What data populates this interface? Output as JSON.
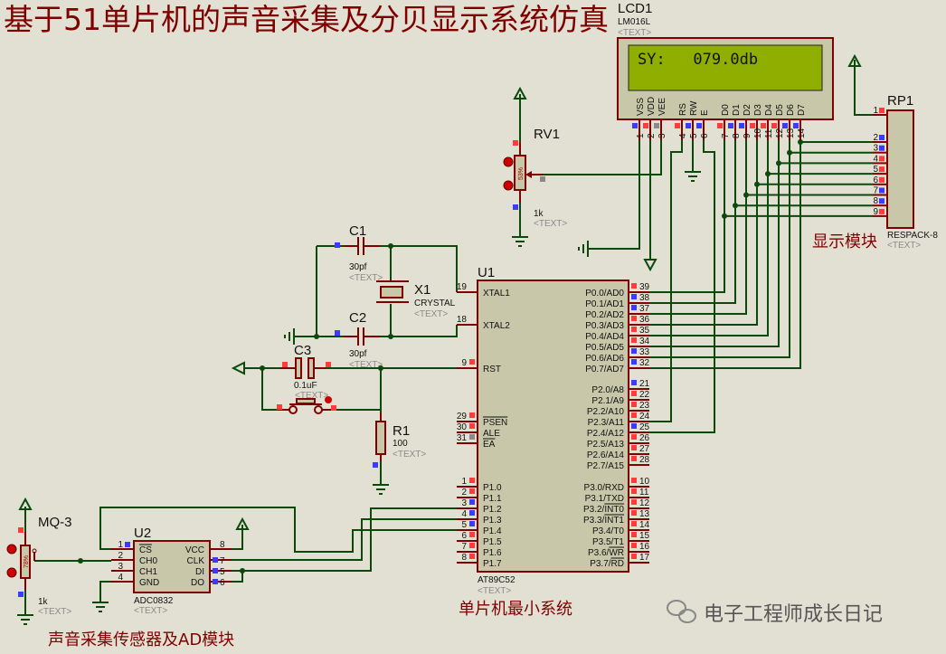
{
  "title": "基于51单片机的声音采集及分贝显示系统仿真",
  "colors": {
    "wire": "#0b4a0b",
    "component": "#800000",
    "body": "#c8c7a9",
    "lcd_screen": "#8fae00",
    "pin_high": "#ff3b3b",
    "pin_low": "#3b3bff",
    "pin_float": "#8a8a8a",
    "background": "#e1e0d2"
  },
  "lcd": {
    "ref": "LCD1",
    "part": "LM016L",
    "text": "<TEXT>",
    "display_line1": "SY:   079.0db",
    "display_line2": "",
    "pins": [
      {
        "name": "VSS",
        "num": "1",
        "state": "low"
      },
      {
        "name": "VDD",
        "num": "2",
        "state": "high"
      },
      {
        "name": "VEE",
        "num": "3",
        "state": "float"
      },
      {
        "name": "RS",
        "num": "4",
        "state": "high"
      },
      {
        "name": "RW",
        "num": "5",
        "state": "low"
      },
      {
        "name": "E",
        "num": "6",
        "state": "low"
      },
      {
        "name": "D0",
        "num": "7",
        "state": "high"
      },
      {
        "name": "D1",
        "num": "8",
        "state": "low"
      },
      {
        "name": "D2",
        "num": "9",
        "state": "low"
      },
      {
        "name": "D3",
        "num": "10",
        "state": "high"
      },
      {
        "name": "D4",
        "num": "11",
        "state": "high"
      },
      {
        "name": "D5",
        "num": "12",
        "state": "high"
      },
      {
        "name": "D6",
        "num": "13",
        "state": "low"
      },
      {
        "name": "D7",
        "num": "14",
        "state": "low"
      }
    ]
  },
  "rp1": {
    "ref": "RP1",
    "part": "RESPACK-8",
    "text": "<TEXT>",
    "pins": [
      {
        "num": "1",
        "state": "high"
      },
      {
        "num": "2",
        "state": "low"
      },
      {
        "num": "3",
        "state": "low"
      },
      {
        "num": "4",
        "state": "high"
      },
      {
        "num": "5",
        "state": "high"
      },
      {
        "num": "6",
        "state": "high"
      },
      {
        "num": "7",
        "state": "low"
      },
      {
        "num": "8",
        "state": "low"
      },
      {
        "num": "9",
        "state": "high"
      }
    ]
  },
  "rv1": {
    "ref": "RV1",
    "value": "1k",
    "text": "<TEXT>",
    "wiper": "53%"
  },
  "c1": {
    "ref": "C1",
    "value": "30pf",
    "text": "<TEXT>"
  },
  "c2": {
    "ref": "C2",
    "value": "30pf",
    "text": "<TEXT>"
  },
  "c3": {
    "ref": "C3",
    "value": "0.1uF",
    "text": "<TEXT>"
  },
  "x1": {
    "ref": "X1",
    "value": "CRYSTAL",
    "text": "<TEXT>"
  },
  "r1": {
    "ref": "R1",
    "value": "100",
    "text": "<TEXT>"
  },
  "u1": {
    "ref": "U1",
    "part": "AT89C52",
    "text": "<TEXT>",
    "left_pins": [
      {
        "name": "XTAL1",
        "num": "19",
        "state": ""
      },
      {
        "name": "XTAL2",
        "num": "18",
        "state": ""
      },
      {
        "name": "RST",
        "num": "9",
        "state": "high"
      },
      {
        "name": "PSEN",
        "num": "29",
        "state": "high"
      },
      {
        "name": "ALE",
        "num": "30",
        "state": "high"
      },
      {
        "name": "EA",
        "num": "31",
        "state": "float"
      },
      {
        "name": "P1.0",
        "num": "1",
        "state": "high"
      },
      {
        "name": "P1.1",
        "num": "2",
        "state": "high"
      },
      {
        "name": "P1.2",
        "num": "3",
        "state": "low"
      },
      {
        "name": "P1.3",
        "num": "4",
        "state": "low"
      },
      {
        "name": "P1.4",
        "num": "5",
        "state": "low"
      },
      {
        "name": "P1.5",
        "num": "6",
        "state": "high"
      },
      {
        "name": "P1.6",
        "num": "7",
        "state": "high"
      },
      {
        "name": "P1.7",
        "num": "8",
        "state": "high"
      }
    ],
    "right_pins": [
      {
        "name": "P0.0/AD0",
        "num": "39",
        "state": "high"
      },
      {
        "name": "P0.1/AD1",
        "num": "38",
        "state": "low"
      },
      {
        "name": "P0.2/AD2",
        "num": "37",
        "state": "low"
      },
      {
        "name": "P0.3/AD3",
        "num": "36",
        "state": "high"
      },
      {
        "name": "P0.4/AD4",
        "num": "35",
        "state": "high"
      },
      {
        "name": "P0.5/AD5",
        "num": "34",
        "state": "high"
      },
      {
        "name": "P0.6/AD6",
        "num": "33",
        "state": "low"
      },
      {
        "name": "P0.7/AD7",
        "num": "32",
        "state": "low"
      },
      {
        "name": "P2.0/A8",
        "num": "21",
        "state": "low"
      },
      {
        "name": "P2.1/A9",
        "num": "22",
        "state": "high"
      },
      {
        "name": "P2.2/A10",
        "num": "23",
        "state": "high"
      },
      {
        "name": "P2.3/A11",
        "num": "24",
        "state": "high"
      },
      {
        "name": "P2.4/A12",
        "num": "25",
        "state": "low"
      },
      {
        "name": "P2.5/A13",
        "num": "26",
        "state": "high"
      },
      {
        "name": "P2.6/A14",
        "num": "27",
        "state": "high"
      },
      {
        "name": "P2.7/A15",
        "num": "28",
        "state": "high"
      },
      {
        "name": "P3.0/RXD",
        "num": "10",
        "state": "high"
      },
      {
        "name": "P3.1/TXD",
        "num": "11",
        "state": "high"
      },
      {
        "name": "P3.2/INT0",
        "num": "12",
        "state": "high"
      },
      {
        "name": "P3.3/INT1",
        "num": "13",
        "state": "high"
      },
      {
        "name": "P3.4/T0",
        "num": "14",
        "state": "high"
      },
      {
        "name": "P3.5/T1",
        "num": "15",
        "state": "high"
      },
      {
        "name": "P3.6/WR",
        "num": "16",
        "state": "high"
      },
      {
        "name": "P3.7/RD",
        "num": "17",
        "state": "high"
      }
    ]
  },
  "u2": {
    "ref": "U2",
    "part": "ADC0832",
    "text": "<TEXT>",
    "left_pins": [
      {
        "name": "CS",
        "num": "1",
        "state": "low"
      },
      {
        "name": "CH0",
        "num": "2",
        "state": ""
      },
      {
        "name": "CH1",
        "num": "3",
        "state": ""
      },
      {
        "name": "GND",
        "num": "4",
        "state": ""
      }
    ],
    "right_pins": [
      {
        "name": "VCC",
        "num": "8",
        "state": ""
      },
      {
        "name": "CLK",
        "num": "7",
        "state": "low"
      },
      {
        "name": "DI",
        "num": "5",
        "state": "low"
      },
      {
        "name": "DO",
        "num": "6",
        "state": "low"
      }
    ]
  },
  "mq3": {
    "ref": "MQ-3",
    "value": "1k",
    "text": "<TEXT>",
    "wiper": "78%"
  },
  "labels": {
    "display_module": "显示模块",
    "mcu_min_system": "单片机最小系统",
    "sensor_ad_module": "声音采集传感器及AD模块"
  },
  "watermark": "电子工程师成长日记"
}
